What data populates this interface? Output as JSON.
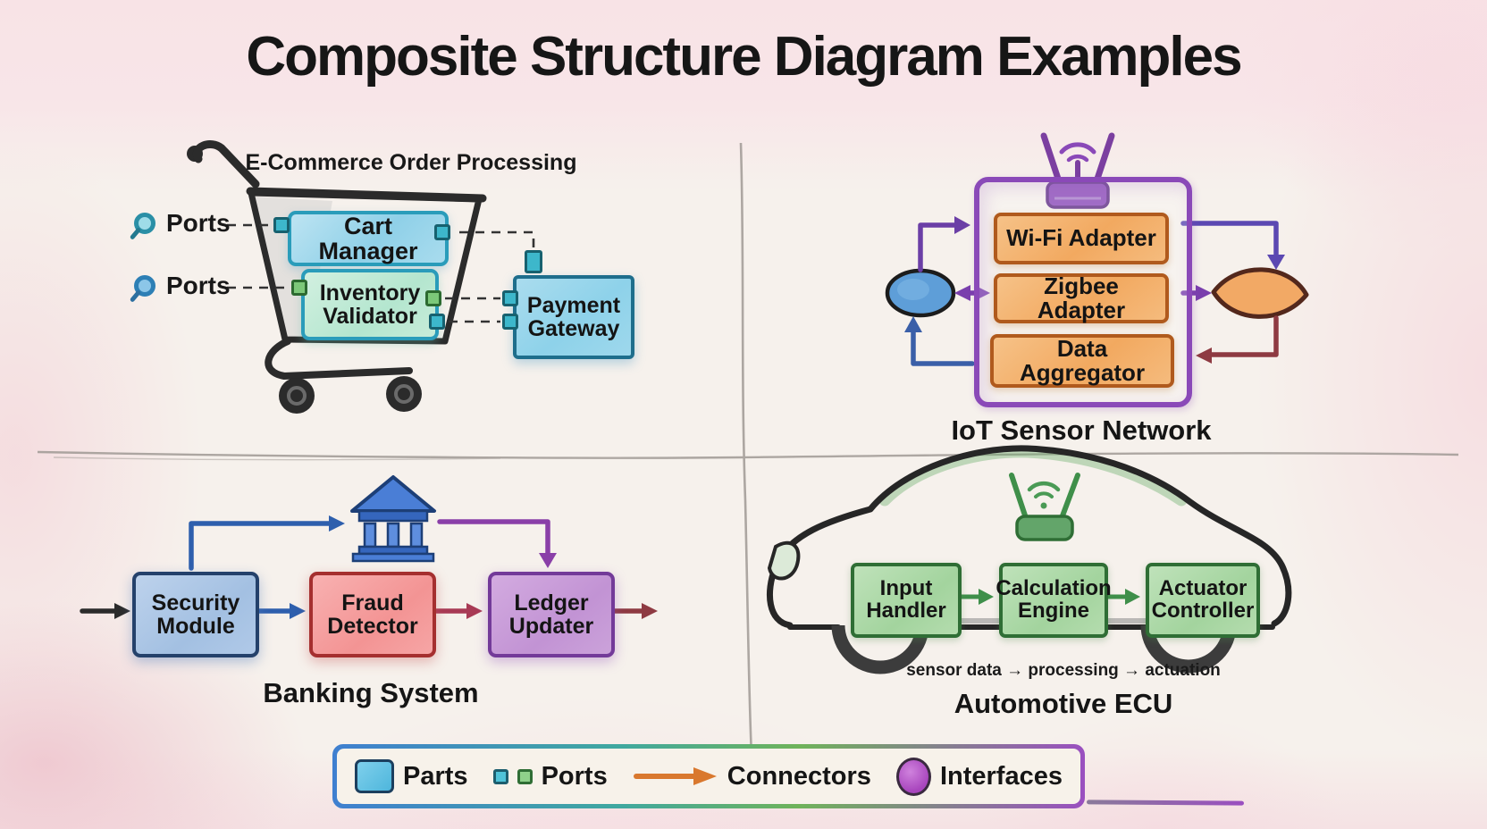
{
  "title": "Composite Structure Diagram Examples",
  "ecommerce": {
    "heading": "E-Commerce Order Processing",
    "port_labels": [
      "Ports",
      "Ports"
    ],
    "parts": [
      {
        "label": "Cart Manager"
      },
      {
        "label": "Inventory Validator"
      },
      {
        "label": "Payment Gateway"
      }
    ]
  },
  "iot": {
    "caption": "IoT Sensor Network",
    "parts": [
      {
        "label": "Wi-Fi Adapter"
      },
      {
        "label": "Zigbee Adapter"
      },
      {
        "label": "Data Aggregator"
      }
    ]
  },
  "banking": {
    "caption": "Banking System",
    "parts": [
      {
        "label": "Security Module"
      },
      {
        "label": "Fraud Detector"
      },
      {
        "label": "Ledger Updater"
      }
    ]
  },
  "automotive": {
    "caption": "Automotive ECU",
    "flow_note": "sensor data → processing → actuation",
    "parts": [
      {
        "label": "Input Handler"
      },
      {
        "label": "Calculation Engine"
      },
      {
        "label": "Actuator Controller"
      }
    ]
  },
  "legend": {
    "items": [
      {
        "icon": "part-swatch",
        "label": "Parts"
      },
      {
        "icon": "port-swatches",
        "label": "Ports"
      },
      {
        "icon": "connector-arrow",
        "label": "Connectors"
      },
      {
        "icon": "interface-ellipse",
        "label": "Interfaces"
      }
    ]
  },
  "colors": {
    "part_blue": "#8ed2ea",
    "part_mint": "#b4e6cf",
    "part_orange": "#f2a960",
    "part_lightblue": "#a3c0e2",
    "part_red": "#f39494",
    "part_purple": "#c293d4",
    "part_green": "#a3d49e",
    "port_teal": "#3db7cb",
    "port_green": "#7cc879",
    "container_purple": "#8a49b8",
    "connector_orange": "#d9782e",
    "interface_blue": "#5e9ed8",
    "interface_orange": "#f2a965",
    "interface_purple": "#a845bd",
    "arrow_purple": "#7a3fad",
    "arrow_blue": "#2e5fad",
    "arrow_darkred": "#8e3a42",
    "arrow_green": "#3f8f4a"
  }
}
